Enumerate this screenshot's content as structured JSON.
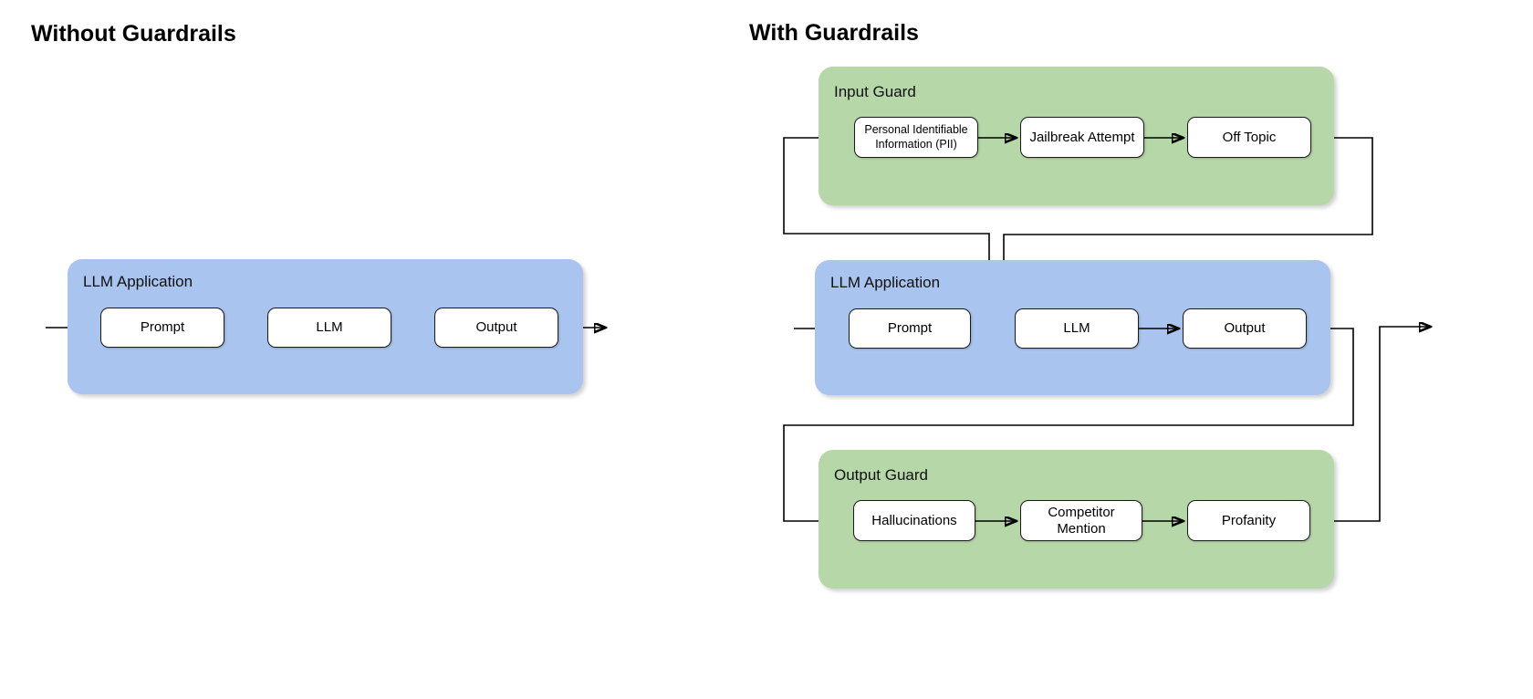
{
  "panels": {
    "left": {
      "title": "Without Guardrails",
      "application": {
        "label": "LLM Application",
        "nodes": [
          {
            "id": "prompt",
            "label": "Prompt"
          },
          {
            "id": "llm",
            "label": "LLM"
          },
          {
            "id": "output",
            "label": "Output"
          }
        ]
      }
    },
    "right": {
      "title": "With Guardrails",
      "input_guard": {
        "label": "Input Guard",
        "nodes": [
          {
            "id": "pii",
            "label": "Personal Identifiable Information (PII)"
          },
          {
            "id": "jailbreak",
            "label": "Jailbreak Attempt"
          },
          {
            "id": "offtopic",
            "label": "Off Topic"
          }
        ]
      },
      "application": {
        "label": "LLM Application",
        "nodes": [
          {
            "id": "prompt",
            "label": "Prompt"
          },
          {
            "id": "llm",
            "label": "LLM"
          },
          {
            "id": "output",
            "label": "Output"
          }
        ]
      },
      "output_guard": {
        "label": "Output Guard",
        "nodes": [
          {
            "id": "hallucinations",
            "label": "Hallucinations"
          },
          {
            "id": "competitor",
            "label": "Competitor Mention"
          },
          {
            "id": "profanity",
            "label": "Profanity"
          }
        ]
      }
    }
  },
  "colors": {
    "application_fill": "#a9c4ee",
    "guard_fill": "#b6d7a8",
    "node_fill": "#ffffff",
    "stroke": "#000000",
    "background": "#ffffff"
  }
}
